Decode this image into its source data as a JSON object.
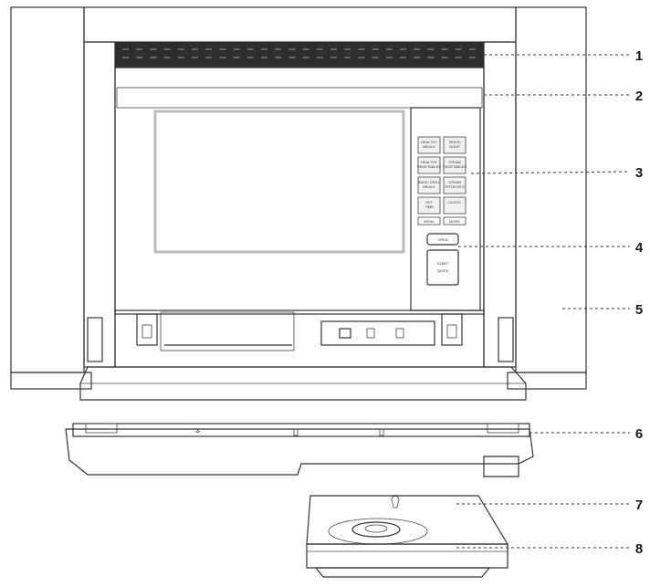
{
  "callouts": [
    {
      "number": "1",
      "part": "vent"
    },
    {
      "number": "2",
      "part": "door"
    },
    {
      "number": "3",
      "part": "control-panel-buttons"
    },
    {
      "number": "4",
      "part": "door-release-button"
    },
    {
      "number": "5",
      "part": "cabinet"
    },
    {
      "number": "6",
      "part": "front-trim"
    },
    {
      "number": "7",
      "part": "drawer"
    },
    {
      "number": "8",
      "part": "drawer-base"
    }
  ],
  "panel_buttons": [
    [
      "HEALTHY MEALS",
      "SIDES/ SOUP"
    ],
    [
      "HEALTHY VEGETABLES",
      "STEAM VEGETABLES"
    ],
    [
      "BAKE/ GRILL MEALS",
      "STEAM POTATOES"
    ],
    [
      "SET TIME",
      "CLOCK"
    ]
  ],
  "panel_small_buttons": [
    "MENU",
    "MORE"
  ],
  "release_label": "OPEN",
  "start_labels": [
    "START",
    "QUICK"
  ],
  "colors": {
    "line": "#333333",
    "fill_light": "#f2f2f2",
    "fill_mid": "#d4d4d4",
    "fill_dark": "#9a9a9a"
  }
}
